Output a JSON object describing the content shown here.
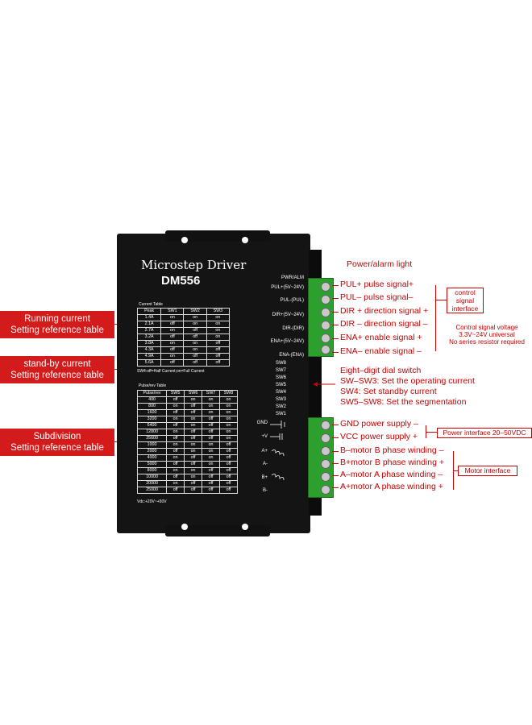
{
  "left_callouts": [
    {
      "line1": "Running current",
      "line2": "Setting reference table"
    },
    {
      "line1": "stand-by current",
      "line2": "Setting reference table"
    },
    {
      "line1": "Subdivision",
      "line2": "Setting reference table"
    }
  ],
  "driver": {
    "title": "Microstep Driver",
    "model": "DM556",
    "current_table": {
      "label": "Current Table",
      "headers": [
        "Peak",
        "SW1",
        "SW2",
        "SW3"
      ],
      "rows": [
        [
          "1.4A",
          "on",
          "on",
          "on"
        ],
        [
          "2.1A",
          "off",
          "on",
          "on"
        ],
        [
          "2.7A",
          "on",
          "off",
          "on"
        ],
        [
          "3.2A",
          "off",
          "off",
          "on"
        ],
        [
          "3.8A",
          "on",
          "on",
          "off"
        ],
        [
          "4.3A",
          "off",
          "on",
          "off"
        ],
        [
          "4.9A",
          "on",
          "off",
          "off"
        ],
        [
          "5.6A",
          "off",
          "off",
          "off"
        ]
      ]
    },
    "sw4_note": "SW4:off=Half Current;on=Full Current",
    "pulse_table": {
      "label": "Pulse/rev Table",
      "headers": [
        "Pulse/rev",
        "SW5",
        "SW6",
        "SW7",
        "SW8"
      ],
      "rows": [
        [
          "400",
          "off",
          "on",
          "on",
          "on"
        ],
        [
          "800",
          "on",
          "off",
          "on",
          "on"
        ],
        [
          "1600",
          "off",
          "off",
          "on",
          "on"
        ],
        [
          "3200",
          "on",
          "on",
          "off",
          "on"
        ],
        [
          "6400",
          "off",
          "on",
          "off",
          "on"
        ],
        [
          "12800",
          "on",
          "off",
          "off",
          "on"
        ],
        [
          "25600",
          "off",
          "off",
          "off",
          "on"
        ],
        [
          "1000",
          "on",
          "on",
          "on",
          "off"
        ],
        [
          "2000",
          "off",
          "on",
          "on",
          "off"
        ],
        [
          "4000",
          "on",
          "off",
          "on",
          "off"
        ],
        [
          "5000",
          "off",
          "off",
          "on",
          "off"
        ],
        [
          "8000",
          "on",
          "on",
          "off",
          "off"
        ],
        [
          "10000",
          "off",
          "on",
          "off",
          "off"
        ],
        [
          "20000",
          "on",
          "off",
          "off",
          "off"
        ],
        [
          "25000",
          "off",
          "off",
          "off",
          "off"
        ]
      ]
    },
    "vdc_note": "Vdc:+20V~+50V",
    "pins_top": [
      "PWR/ALM",
      "PUL+(5V~24V)",
      "PUL-(PUL)",
      "DIR+(5V~24V)",
      "DIR-(DIR)",
      "ENA+(5V~24V)",
      "ENA-(ENA)"
    ],
    "switches": [
      "SW8",
      "SW7",
      "SW6",
      "SW5",
      "SW4",
      "SW3",
      "SW2",
      "SW1"
    ],
    "pins_bottom": [
      "GND",
      "+V",
      "A+",
      "A-",
      "B+",
      "B-"
    ]
  },
  "right": {
    "power_light": "Power/alarm light",
    "signals": [
      "PUL+ pulse signal+",
      "PUL– pulse signal–",
      "DIR + direction signal +",
      "DIR – direction signal –",
      "ENA+ enable signal +",
      "ENA– enable signal –"
    ],
    "control_box": "control signal interface",
    "control_note": [
      "Control signal voltage",
      "3.3V~24V universal",
      "No series resistor required"
    ],
    "dial": [
      "Eight–digit dial switch",
      "SW–SW3: Set the operating current",
      "SW4: Set standby current",
      "SW5–SW8: Set the segmentation"
    ],
    "power": [
      "GND power supply –",
      "VCC power supply +"
    ],
    "power_box": "Power interface 20–50VDC",
    "motor": [
      "B–motor B phase winding –",
      "B+motor B phase winding +",
      "A–motor A phase winding –",
      "A+motor A phase winding +"
    ],
    "motor_box": "Motor interface"
  },
  "colors": {
    "accent": "#c80000",
    "callout_fill": "#d31b1b",
    "terminal": "#2ca02c",
    "body": "#141414"
  }
}
